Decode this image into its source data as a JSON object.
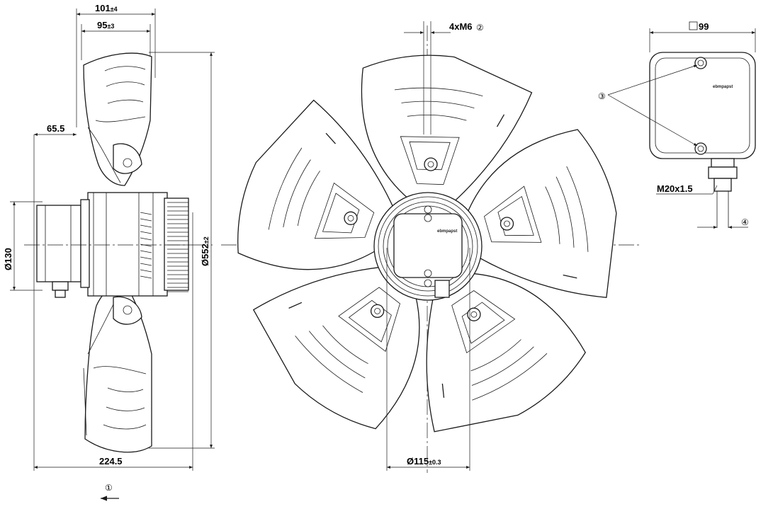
{
  "dimensions": {
    "width_101": {
      "value": "101",
      "tol": "±4"
    },
    "width_95": {
      "value": "95",
      "tol": "±3"
    },
    "offset_65_5": {
      "value": "65.5"
    },
    "dia_130": {
      "value": "Ø130"
    },
    "dia_552": {
      "value": "Ø552",
      "tol": "±2"
    },
    "length_224_5": {
      "value": "224.5"
    },
    "bolts": {
      "value": "4xM6"
    },
    "dia_115": {
      "value": "Ø115",
      "tol": "±0.3"
    },
    "box_99": {
      "value": "99"
    },
    "gland": {
      "value": "M20x1.5"
    }
  },
  "callouts": {
    "c1": "①",
    "c2": "②",
    "c3": "③",
    "c4": "④"
  },
  "brand": "ebmpapst"
}
